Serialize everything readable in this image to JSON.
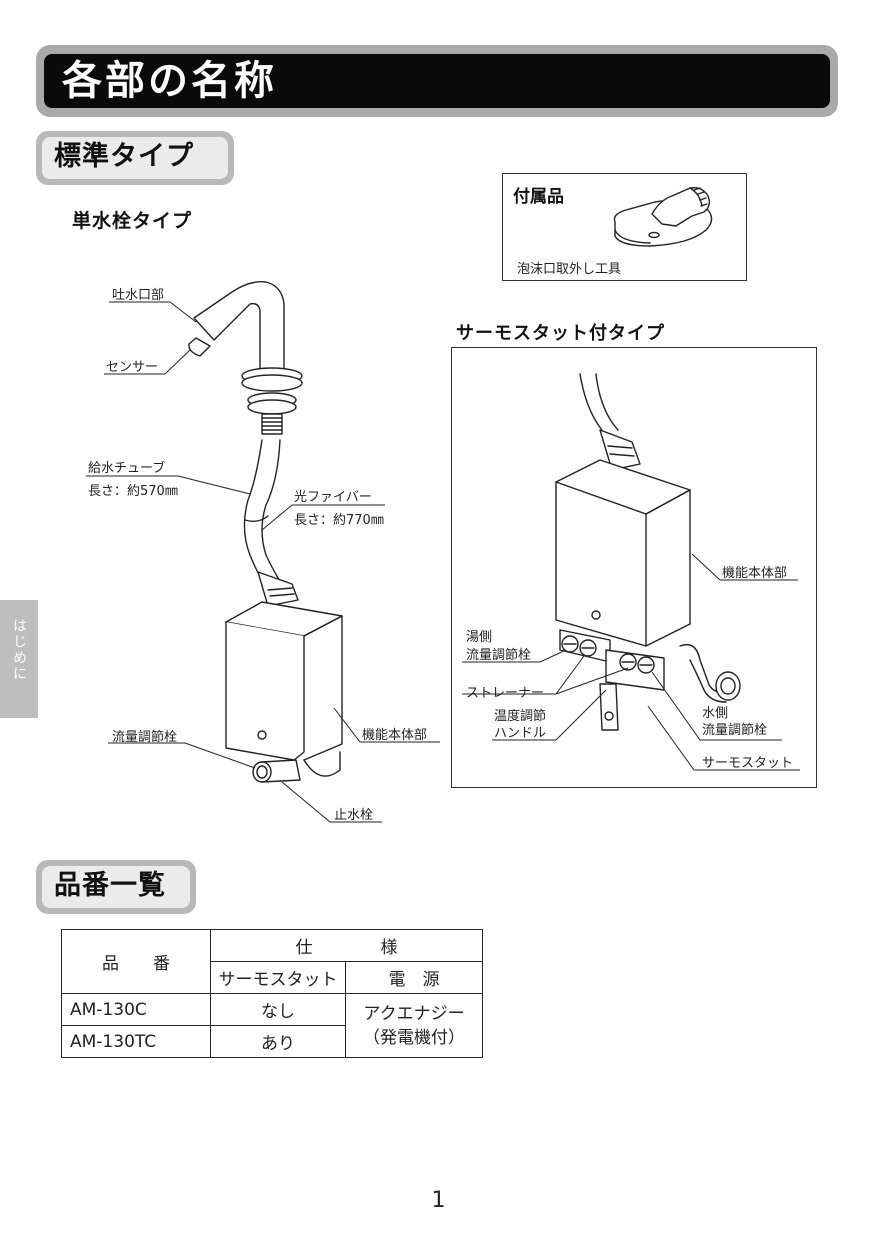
{
  "page_title": "各部の名称",
  "section_standard": "標準タイプ",
  "single_type_title": "単水栓タイプ",
  "accessory": {
    "title": "付属品",
    "caption": "泡沫口取外し工具"
  },
  "thermo_type_title": "サーモスタット付タイプ",
  "left_labels": {
    "spout": "吐水口部",
    "sensor": "センサー",
    "supply_tube": "給水チューブ",
    "supply_tube_length": "長さ：約570㎜",
    "optical_fiber": "光ファイバー",
    "optical_fiber_length": "長さ：約770㎜",
    "flow_valve": "流量調節栓",
    "main_body": "機能本体部",
    "stop_valve": "止水栓"
  },
  "thermo_labels": {
    "main_body": "機能本体部",
    "hot_flow_1": "湯側",
    "hot_flow_2": "流量調節栓",
    "strainer": "ストレーナー",
    "temp_handle_1": "温度調節",
    "temp_handle_2": "ハンドル",
    "cold_flow_1": "水側",
    "cold_flow_2": "流量調節栓",
    "thermostat": "サーモスタット"
  },
  "section_models": "品番一覧",
  "table": {
    "header_model": "品　　番",
    "header_spec": "仕　　　　様",
    "header_thermostat": "サーモスタット",
    "header_power": "電　源",
    "rows": [
      {
        "model": "AM-130C",
        "thermostat": "なし"
      },
      {
        "model": "AM-130TC",
        "thermostat": "あり"
      }
    ],
    "power_line1": "アクエナジー",
    "power_line2": "（発電機付）"
  },
  "side_tab": "はじめに",
  "page_number": "1"
}
